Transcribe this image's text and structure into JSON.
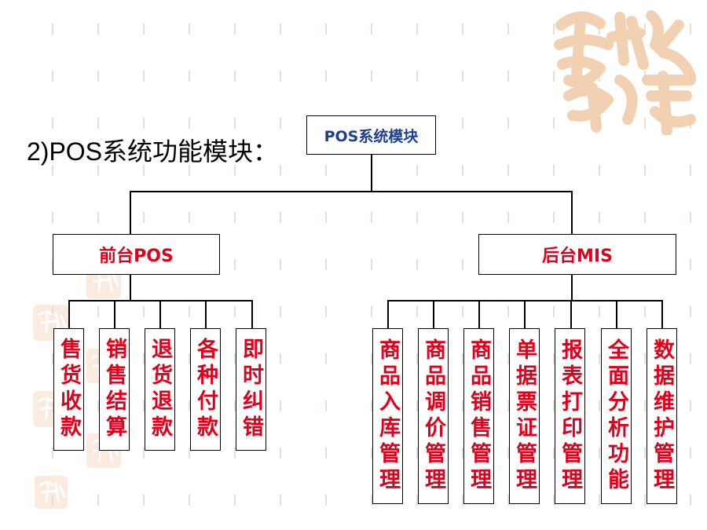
{
  "title": "2)POS系统功能模块：",
  "tree": {
    "root": "POS系统模块",
    "front": {
      "label": "前台POS",
      "children": [
        "售货收款",
        "销售结算",
        "退货退款",
        "各种付款",
        "即时纠错"
      ]
    },
    "back": {
      "label": "后台MIS",
      "children": [
        "商品入库管理",
        "商品调价管理",
        "商品销售管理",
        "单据票证管理",
        "报表打印管理",
        "全面分析功能",
        "数据维护管理"
      ]
    }
  },
  "colors": {
    "root_text": "#1f3f8f",
    "branch_text": "#e0001b",
    "seal": "#f0c9a6"
  },
  "decor": {
    "seal_icon": "seal-icon"
  }
}
